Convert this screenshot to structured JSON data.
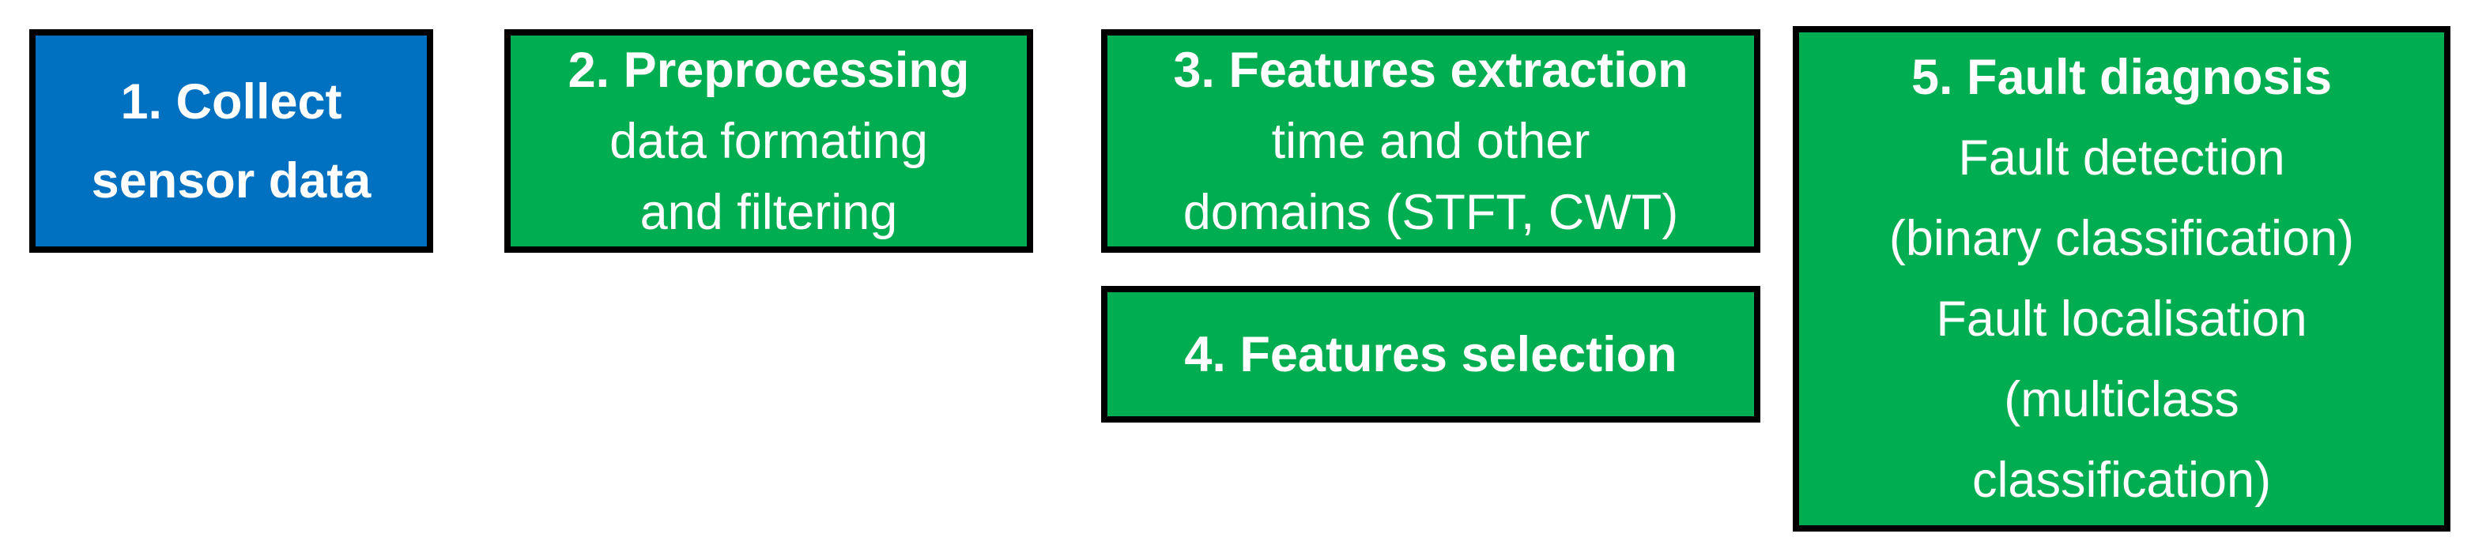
{
  "colors": {
    "blue": "#0070C0",
    "green": "#00AD50",
    "border": "#000000",
    "text": "#FFFFFF"
  },
  "boxes": [
    {
      "step": "1",
      "lines": [
        "1. Collect",
        "sensor data"
      ]
    },
    {
      "step": "2",
      "lines": [
        "2. Preprocessing",
        "data formating",
        "and filtering"
      ]
    },
    {
      "step": "3",
      "lines": [
        "3. Features extraction",
        "time and other",
        "domains (STFT, CWT)"
      ]
    },
    {
      "step": "4",
      "lines": [
        "4. Features selection"
      ]
    },
    {
      "step": "5",
      "lines": [
        "5. Fault diagnosis",
        "Fault detection",
        "(binary classification)",
        "Fault localisation",
        "(multiclass",
        "classification)"
      ]
    }
  ]
}
